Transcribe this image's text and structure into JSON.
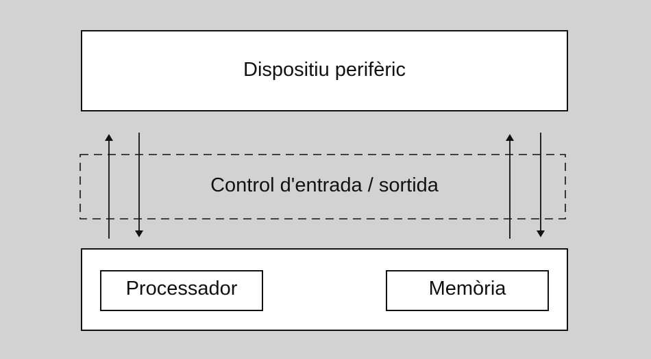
{
  "diagram": {
    "peripheral_label": "Dispositiu perifèric",
    "io_control_label": "Control d'entrada / sortida",
    "processor_label": "Processador",
    "memory_label": "Memòria"
  },
  "colors": {
    "background": "#d2d2d2",
    "box_fill": "#ffffff",
    "stroke": "#111111"
  }
}
